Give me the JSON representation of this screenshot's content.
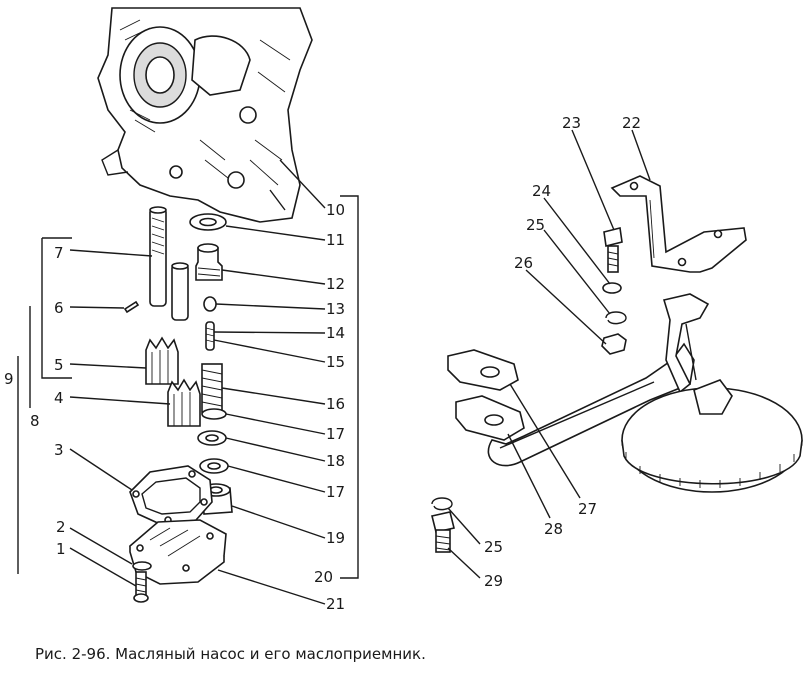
{
  "caption": "Рис. 2-96. Масляный насос и его маслоприемник.",
  "labels": {
    "l1": "1",
    "l2": "2",
    "l3": "3",
    "l4": "4",
    "l5": "5",
    "l6": "6",
    "l7": "7",
    "l8": "8",
    "l9": "9",
    "l10": "10",
    "l11": "11",
    "l12": "12",
    "l13": "13",
    "l14": "14",
    "l15": "15",
    "l16": "16",
    "l17a": "17",
    "l18": "18",
    "l17b": "17",
    "l19": "19",
    "l20": "20",
    "l21": "21",
    "l22": "22",
    "l23": "23",
    "l24": "24",
    "l25a": "25",
    "l26": "26",
    "l27": "27",
    "l28": "28",
    "l25b": "25",
    "l29": "29"
  }
}
